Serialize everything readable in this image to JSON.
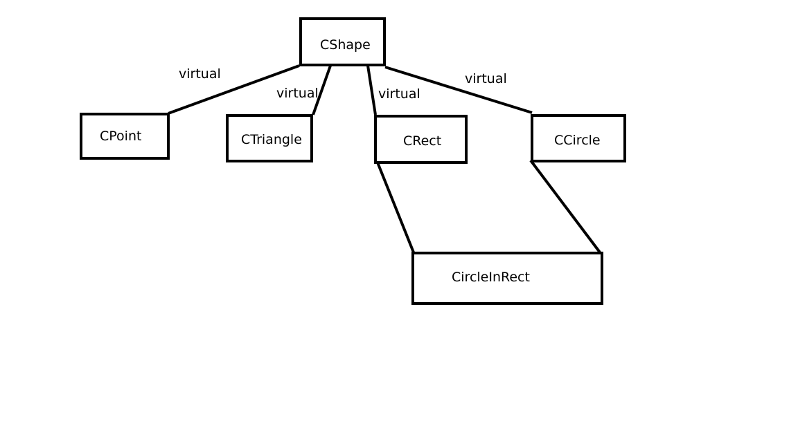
{
  "diagram": {
    "nodes": {
      "cshape": "CShape",
      "cpoint": "CPoint",
      "ctriangle": "CTriangle",
      "crect": "CRect",
      "ccircle": "CCircle",
      "circleinrect": "CircleInRect"
    },
    "edge_labels": {
      "cshape_cpoint": "virtual",
      "cshape_ctriangle": "virtual",
      "cshape_crect": "virtual",
      "cshape_ccircle": "virtual"
    }
  }
}
